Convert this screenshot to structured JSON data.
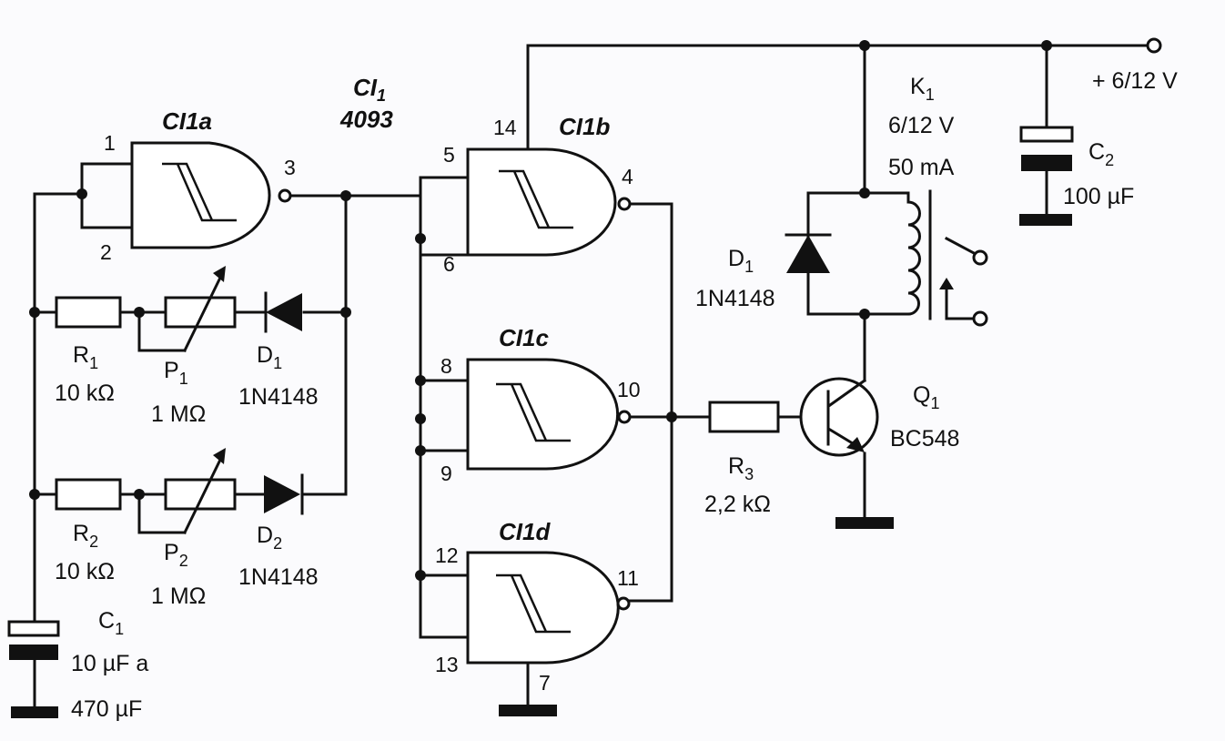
{
  "ic": {
    "name": "CI",
    "sub": "1",
    "type": "4093"
  },
  "gates": {
    "a": {
      "label": "CI1a",
      "pins": [
        "1",
        "2",
        "3"
      ]
    },
    "b": {
      "label": "CI1b",
      "pins": [
        "5",
        "6",
        "4"
      ],
      "vdd_pin": "14"
    },
    "c": {
      "label": "CI1c",
      "pins": [
        "8",
        "9",
        "10"
      ]
    },
    "d": {
      "label": "CI1d",
      "pins": [
        "12",
        "13",
        "11"
      ],
      "vss_pin": "7"
    }
  },
  "supply": {
    "label": "+ 6/12 V"
  },
  "components": {
    "R1": {
      "ref": "R",
      "sub": "1",
      "value": "10 kΩ"
    },
    "R2": {
      "ref": "R",
      "sub": "2",
      "value": "10 kΩ"
    },
    "R3": {
      "ref": "R",
      "sub": "3",
      "value": "2,2 kΩ"
    },
    "P1": {
      "ref": "P",
      "sub": "1",
      "value": "1 MΩ"
    },
    "P2": {
      "ref": "P",
      "sub": "2",
      "value": "1 MΩ"
    },
    "D1": {
      "ref": "D",
      "sub": "1",
      "value": "1N4148"
    },
    "D2": {
      "ref": "D",
      "sub": "2",
      "value": "1N4148"
    },
    "D1r": {
      "ref": "D",
      "sub": "1",
      "value": "1N4148"
    },
    "C1": {
      "ref": "C",
      "sub": "1",
      "value_line1": "10 µF a",
      "value_line2": "470  µF"
    },
    "C2": {
      "ref": "C",
      "sub": "2",
      "value": "100  µF"
    },
    "K1": {
      "ref": "K",
      "sub": "1",
      "value_line1": "6/12 V",
      "value_line2": "50 mA"
    },
    "Q1": {
      "ref": "Q",
      "sub": "1",
      "value": "BC548"
    }
  }
}
